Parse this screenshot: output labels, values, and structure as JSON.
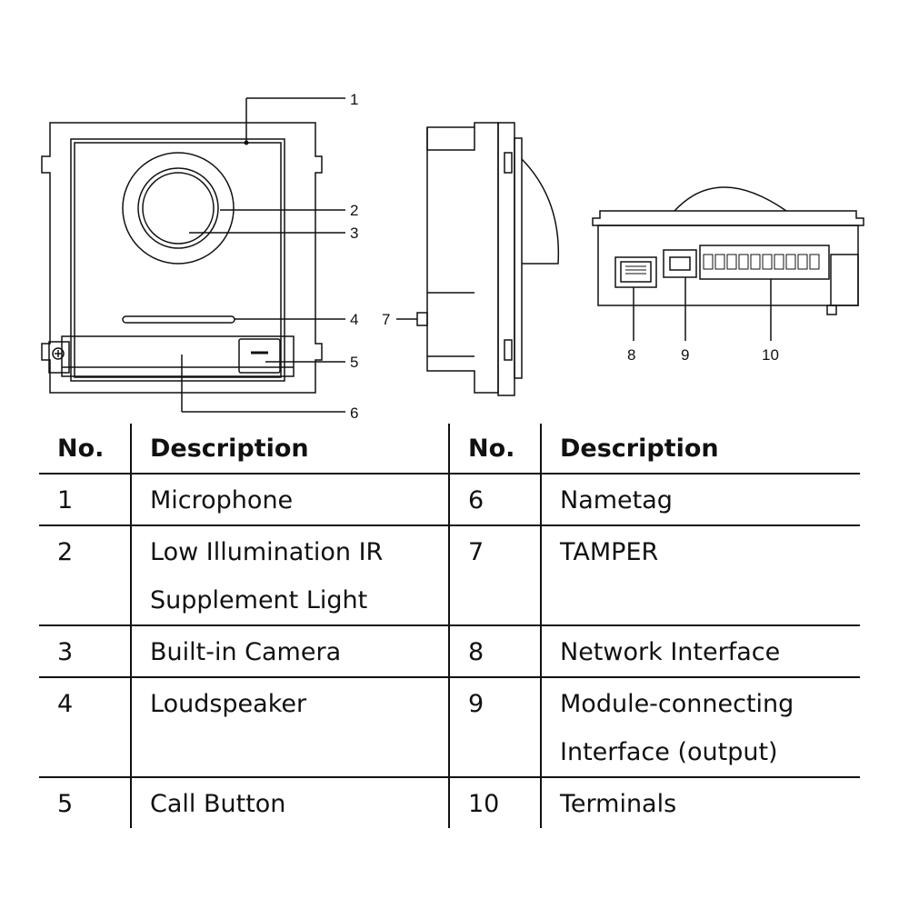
{
  "callouts": {
    "front": [
      "1",
      "2",
      "3",
      "4",
      "5",
      "6"
    ],
    "side": [
      "7"
    ],
    "bottom": [
      "8",
      "9",
      "10"
    ]
  },
  "table": {
    "headers": [
      "No.",
      "Description",
      "No.",
      "Description"
    ],
    "rows": [
      {
        "left_no": "1",
        "left_desc": "Microphone",
        "right_no": "6",
        "right_desc": "Nametag"
      },
      {
        "left_no": "2",
        "left_desc": "Low Illumination IR Supplement Light",
        "right_no": "7",
        "right_desc": "TAMPER"
      },
      {
        "left_no": "3",
        "left_desc": "Built-in Camera",
        "right_no": "8",
        "right_desc": "Network Interface"
      },
      {
        "left_no": "4",
        "left_desc": "Loudspeaker",
        "right_no": "9",
        "right_desc": "Module-connecting Interface (output)"
      },
      {
        "left_no": "5",
        "left_desc": "Call Button",
        "right_no": "10",
        "right_desc": "Terminals"
      }
    ]
  }
}
